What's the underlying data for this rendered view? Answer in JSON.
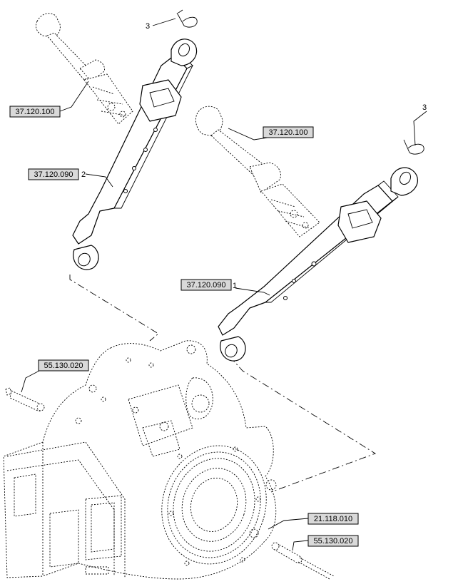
{
  "callouts": {
    "ref_top_left_stabilizer": "37.120.100",
    "ref_mid_right_stabilizer": "37.120.100",
    "ref_left_link": "37.120.090",
    "ref_right_link": "37.120.090",
    "ref_left_pin": "55.130.020",
    "ref_right_pin": "55.130.020",
    "ref_housing": "21.118.010"
  },
  "item_numbers": {
    "link_left": "2",
    "link_right": "1",
    "clip_top": "3",
    "clip_right": "3"
  }
}
